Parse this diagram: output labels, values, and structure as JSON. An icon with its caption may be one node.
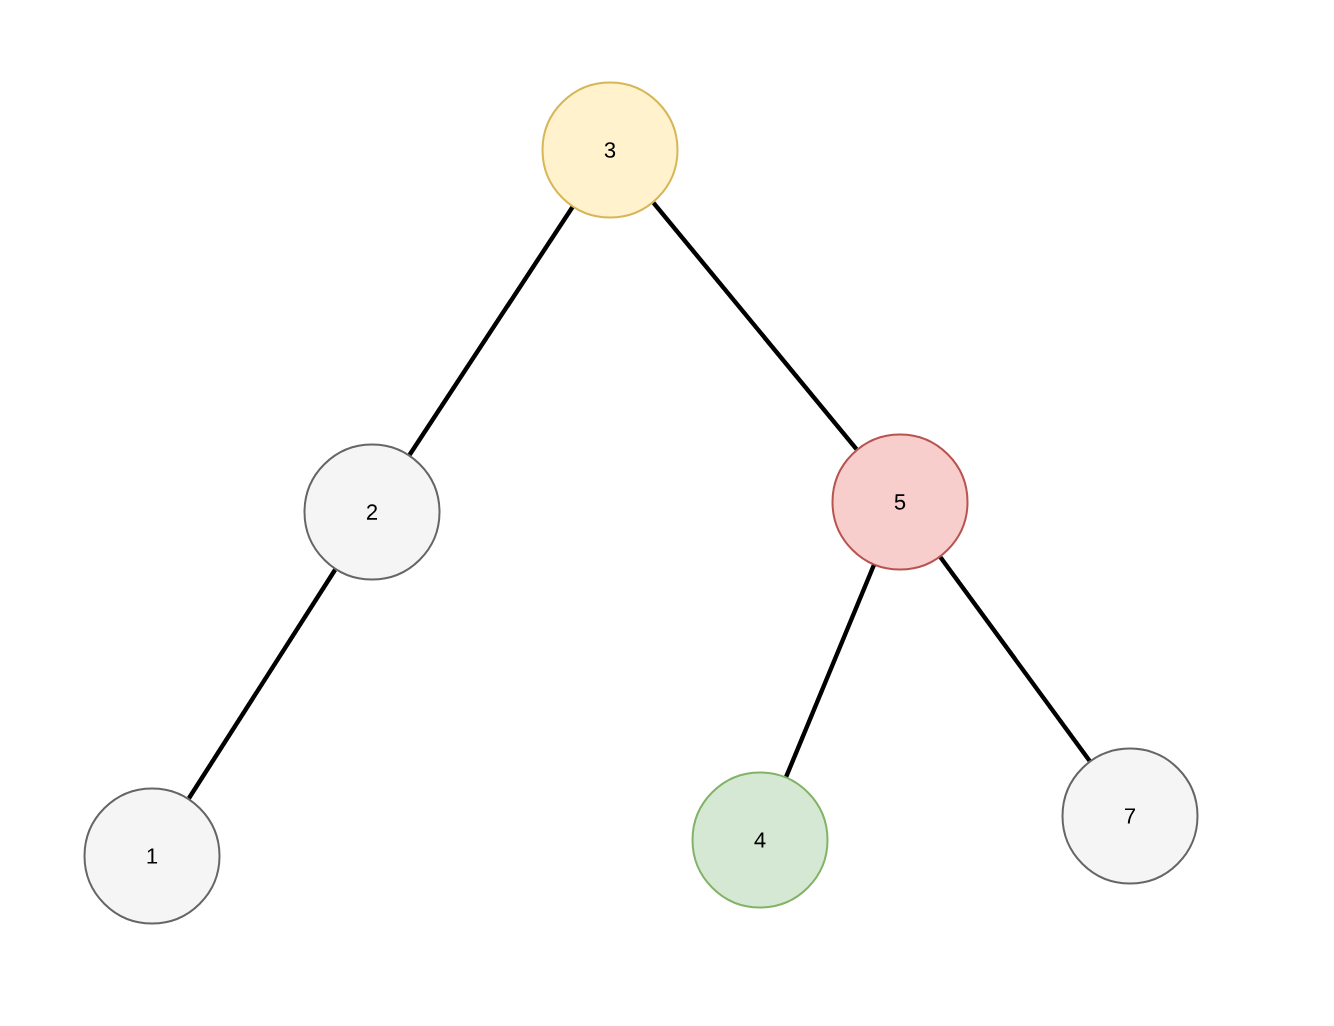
{
  "diagram": {
    "nodes": [
      {
        "text": [
          "3"
        ]
      },
      {
        "text": [
          "2"
        ]
      },
      {
        "text": [
          "5"
        ]
      },
      {
        "text": [
          "1"
        ]
      },
      {
        "text": [
          "4"
        ]
      },
      {
        "text": [
          "7"
        ]
      }
    ],
    "edges": [
      {
        "from": 0,
        "to": 1,
        "arrow": "none"
      },
      {
        "from": 0,
        "to": 2,
        "arrow": "none"
      },
      {
        "from": 1,
        "to": 3,
        "arrow": "none"
      },
      {
        "from": 2,
        "to": 4,
        "arrow": "none"
      },
      {
        "from": 2,
        "to": 5,
        "arrow": "none"
      }
    ]
  }
}
